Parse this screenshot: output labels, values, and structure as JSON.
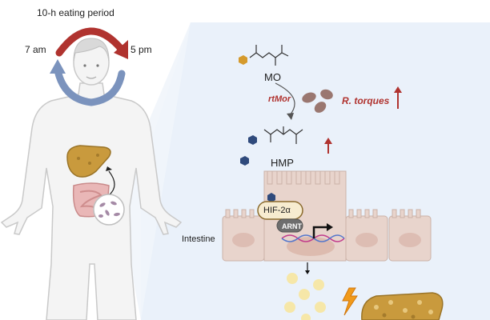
{
  "eating": {
    "period_label": "10-h eating period",
    "start_time": "7 am",
    "end_time": "5 pm"
  },
  "metabolites": {
    "precursor": "MO",
    "enzyme": "rtMor",
    "product": "HMP"
  },
  "microbe": {
    "name": "R. torques"
  },
  "intestine": {
    "label": "Intestine",
    "transcription_factor": "HIF-2α",
    "partner": "ARNT"
  },
  "colors": {
    "arrow_red": "#b0332f",
    "arrow_blue": "#7b93bd",
    "liver": "#c99a3d",
    "hmp_hexagon": "#2f4a7c",
    "mo_hexagon": "#d59a2c",
    "bacteria": "#9a7770",
    "panel_bg": "#eaf1fa",
    "cell": "#e8d4cc"
  }
}
